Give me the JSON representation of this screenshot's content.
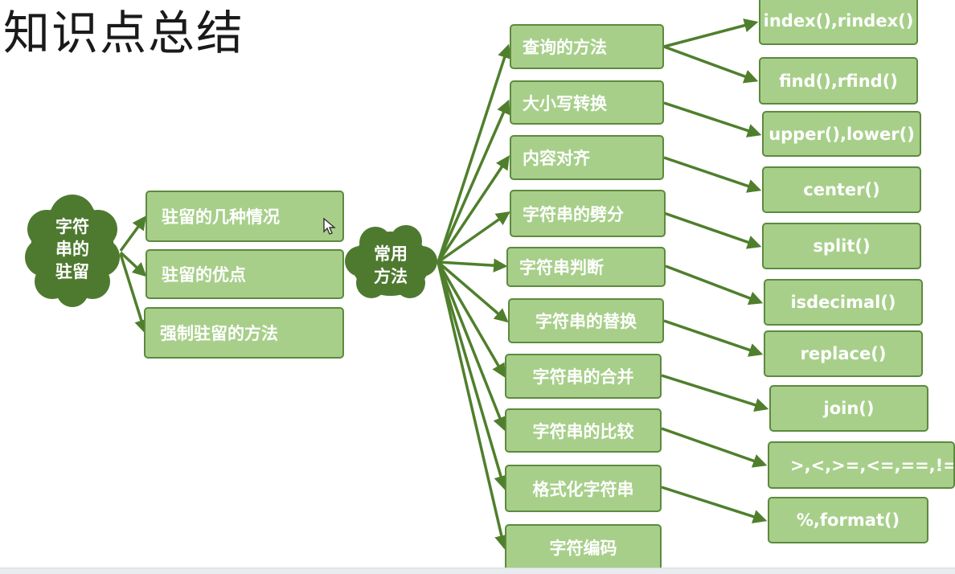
{
  "title": "知识点总结",
  "root": {
    "label": "字符\n串的\n驻留"
  },
  "root_children": [
    "驻留的几种情况",
    "驻留的优点",
    "强制驻留的方法"
  ],
  "hub": {
    "label": "常用\n方法"
  },
  "methods": [
    "查询的方法",
    "大小写转换",
    "内容对齐",
    "字符串的劈分",
    "字符串判断",
    "字符串的替换",
    "字符串的合并",
    "字符串的比较",
    "格式化字符串",
    "字符编码"
  ],
  "functions": [
    "index(),rindex()",
    "find(),rfind()",
    "upper(),lower()",
    "center()",
    "split()",
    "isdecimal()",
    "replace()",
    "join()",
    ">,<,>=,<=,==,!=",
    "%,format()"
  ],
  "colors": {
    "box_fill": "#a7cf8a",
    "box_border": "#5d8a3e",
    "cloud_fill": "#4e7a30",
    "arrow": "#4f7f2c",
    "text_on_box": "#ffffff"
  }
}
